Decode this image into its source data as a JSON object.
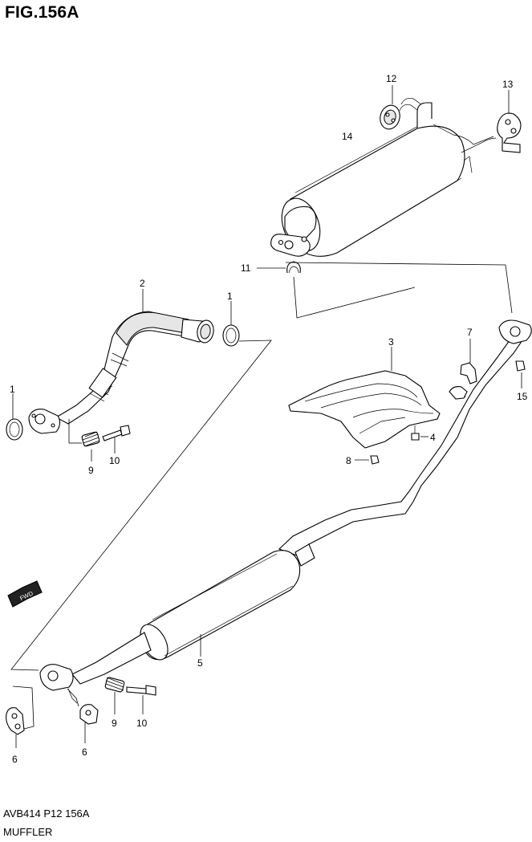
{
  "header": {
    "title": "FIG.156A"
  },
  "footer": {
    "code": "AVB414 P12 156A",
    "name": "MUFFLER"
  },
  "fwd_badge": "FWD",
  "callouts": {
    "c1a": "1",
    "c1b": "1",
    "c2": "2",
    "c3": "3",
    "c4": "4",
    "c5": "5",
    "c6a": "6",
    "c6b": "6",
    "c7": "7",
    "c8": "8",
    "c9a": "9",
    "c9b": "9",
    "c10a": "10",
    "c10b": "10",
    "c11": "11",
    "c12": "12",
    "c13": "13",
    "c14": "14",
    "c15": "15"
  }
}
